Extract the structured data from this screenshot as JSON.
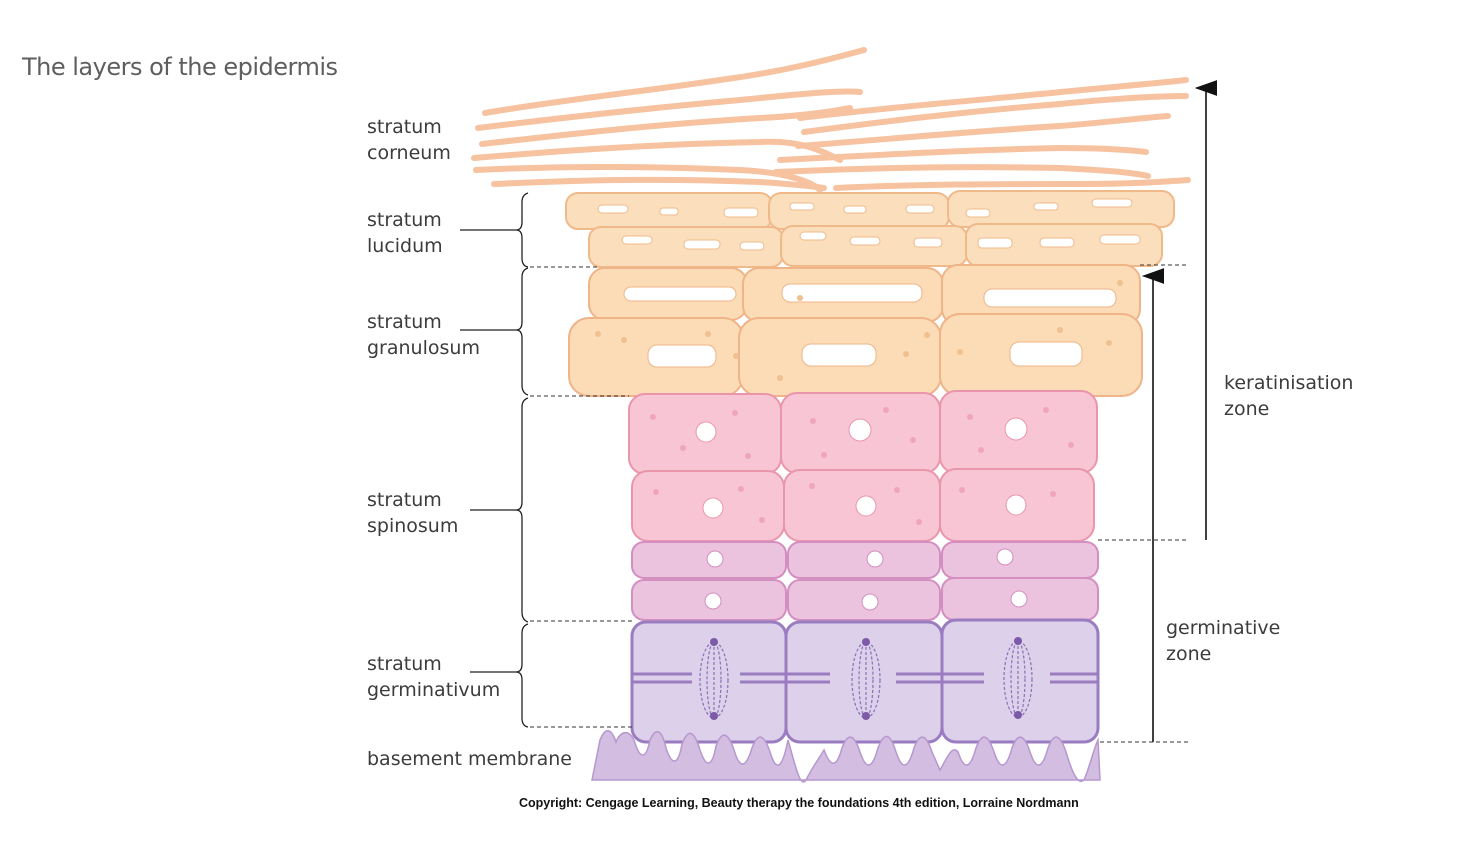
{
  "title": "The layers of the epidermis",
  "layers": {
    "corneum": [
      "stratum",
      "corneum"
    ],
    "lucidum": [
      "stratum",
      "lucidum"
    ],
    "granulosum": [
      "stratum",
      "granulosum"
    ],
    "spinosum": [
      "stratum",
      "spinosum"
    ],
    "germinativum": [
      "stratum",
      "germinativum"
    ],
    "basement": "basement membrane"
  },
  "zones": {
    "keratinisation": [
      "keratinisation",
      "zone"
    ],
    "germinative": [
      "germinative",
      "zone"
    ]
  },
  "copyright": "Copyright: Cengage Learning, Beauty therapy the foundations 4th edition, Lorraine Nordmann",
  "colors": {
    "corneum": "#f6c29f",
    "lucidum": "#fbdfbd",
    "granulosum": "#fbdcb6",
    "spinosum": "#f7c5d3",
    "spinosum_lower": "#ecc3de",
    "germinativum": "#dcd0ea",
    "germinativum_stroke": "#9a7cc0",
    "basement": "#d3bde0"
  }
}
